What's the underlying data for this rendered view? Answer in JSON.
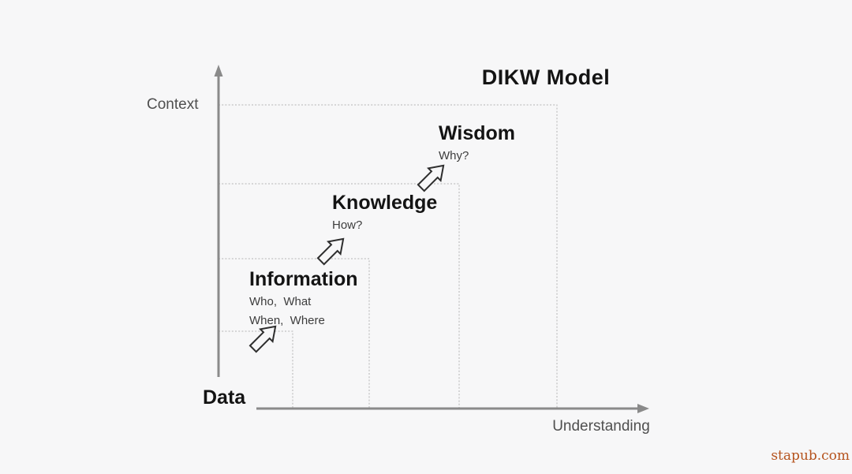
{
  "title": "DIKW Model",
  "axes": {
    "y_label": "Context",
    "x_label": "Understanding"
  },
  "levels": [
    {
      "name": "Data",
      "questions": []
    },
    {
      "name": "Information",
      "questions": [
        "Who,  What",
        "When,  Where"
      ]
    },
    {
      "name": "Knowledge",
      "questions": [
        "How?"
      ]
    },
    {
      "name": "Wisdom",
      "questions": [
        "Why?"
      ]
    }
  ],
  "watermark": "stapub.com",
  "colors": {
    "bg": "#f7f7f8",
    "axis": "#8a8a8a",
    "dashed": "#b3b3b3",
    "heading": "#141414",
    "subtext": "#3d3d3d",
    "axis-label": "#4f4f4f",
    "watermark": "#b5531d",
    "arrow-outline": "#2e2e2e"
  }
}
